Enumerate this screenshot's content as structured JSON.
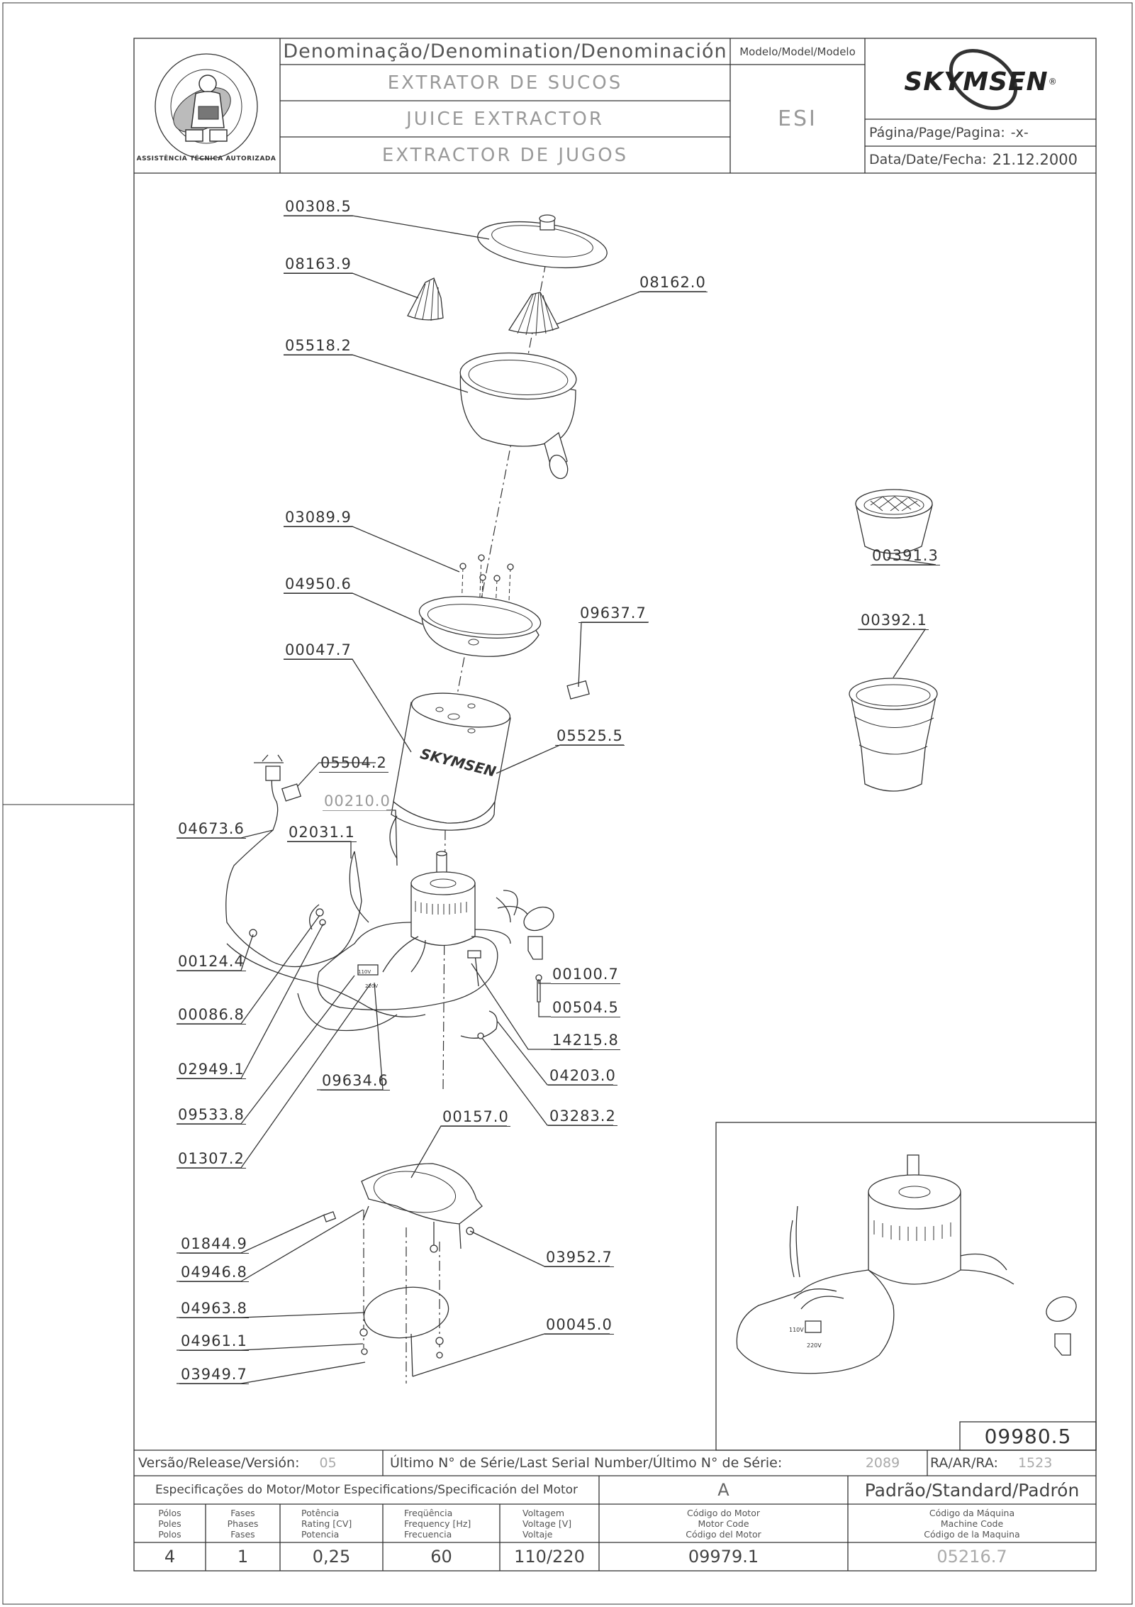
{
  "header": {
    "denomination_label": "Denominação/Denomination/Denominación",
    "names": [
      "EXTRATOR DE SUCOS",
      "JUICE EXTRACTOR",
      "EXTRACTOR DE JUGOS"
    ],
    "model_label": "Modelo/Model/Modelo",
    "model_value": "ESI",
    "brand": "SKYMSEN",
    "page_label": "Página/Page/Pagina:",
    "page_value": "-x-",
    "date_label": "Data/Date/Fecha:",
    "date_value": "21.12.2000",
    "seal_text": "ASSISTÊNCIA TÉCNICA AUTORIZADA"
  },
  "parts": {
    "p00308_5": "00308.5",
    "p08163_9": "08163.9",
    "p08162_0": "08162.0",
    "p05518_2": "05518.2",
    "p03089_9": "03089.9",
    "p04950_6": "04950.6",
    "p09637_7": "09637.7",
    "p00047_7": "00047.7",
    "p05525_5": "05525.5",
    "p05504_2": "05504.2",
    "p00210_0": "00210.0",
    "p04673_6": "04673.6",
    "p02031_1": "02031.1",
    "p00124_4": "00124.4",
    "p00100_7": "00100.7",
    "p00504_5": "00504.5",
    "p00086_8": "00086.8",
    "p14215_8": "14215.8",
    "p02949_1": "02949.1",
    "p09634_6": "09634.6",
    "p04203_0": "04203.0",
    "p09533_8": "09533.8",
    "p03283_2": "03283.2",
    "p01307_2": "01307.2",
    "p00157_0": "00157.0",
    "p01844_9": "01844.9",
    "p04946_8": "04946.8",
    "p03952_7": "03952.7",
    "p04963_8": "04963.8",
    "p04961_1": "04961.1",
    "p00045_0": "00045.0",
    "p03949_7": "03949.7",
    "p00391_3": "00391.3",
    "p00392_1": "00392.1"
  },
  "inset": {
    "label_110": "110V",
    "label_220": "220V",
    "drawing_number": "09980.5"
  },
  "footer": {
    "version_label": "Versão/Release/Versión:",
    "version_value": "05",
    "serial_label": "Último N° de Série/Last Serial Number/Último N° de Série:",
    "serial_value": "2089",
    "ra_label": "RA/AR/RA:",
    "ra_value": "1523",
    "motor_spec_label": "Especificações do Motor/Motor Especifications/Specificación del Motor",
    "spec_code": "A",
    "standard_label": "Padrão/Standard/Padrón",
    "col_poles": [
      "Pólos",
      "Poles",
      "Polos"
    ],
    "col_phases": [
      "Fases",
      "Phases",
      "Fases"
    ],
    "col_power": [
      "Potência",
      "Rating [CV]",
      "Potencia"
    ],
    "col_freq": [
      "Freqüência",
      "Frequency [Hz]",
      "Frecuencia"
    ],
    "col_voltage": [
      "Voltagem",
      "Voltage [V]",
      "Voltaje"
    ],
    "col_motor_code": [
      "Código do Motor",
      "Motor Code",
      "Código del Motor"
    ],
    "col_machine_code": [
      "Código da Máquina",
      "Machine Code",
      "Código de la Maquina"
    ],
    "val_poles": "4",
    "val_phases": "1",
    "val_power": "0,25",
    "val_freq": "60",
    "val_voltage": "110/220",
    "val_motor_code": "09979.1",
    "val_machine_code": "05216.7"
  }
}
